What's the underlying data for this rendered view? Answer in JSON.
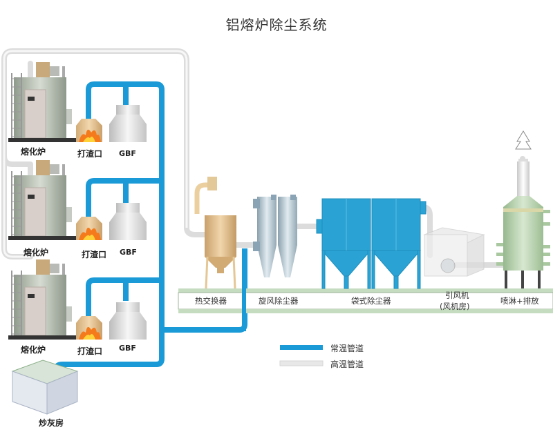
{
  "title": "铝熔炉除尘系统",
  "furnace_units": [
    {
      "furnace_label": "熔化炉",
      "slag_label": "打渣口",
      "gbf_label": "GBF"
    },
    {
      "furnace_label": "熔化炉",
      "slag_label": "打渣口",
      "gbf_label": "GBF"
    },
    {
      "furnace_label": "熔化炉",
      "slag_label": "打渣口",
      "gbf_label": "GBF"
    }
  ],
  "ash_room_label": "炒灰房",
  "process_stages": [
    {
      "label": "热交换器"
    },
    {
      "label": "旋风除尘器"
    },
    {
      "label": "袋式除尘器"
    },
    {
      "label": "引风机",
      "sub_label": "(风机房)"
    },
    {
      "label": "喷淋+排放"
    }
  ],
  "legend": [
    {
      "label": "常温管道",
      "color": "#1a9ad6"
    },
    {
      "label": "高温管道",
      "color": "#e6e6e6"
    }
  ],
  "colors": {
    "normal_pipe": "#1a9ad6",
    "hot_pipe": "#e8e8e8",
    "baghouse": "#2aa3d4",
    "scrubber": "#b7d3b0",
    "heat_exchanger": "#d9b98a",
    "platform": "#c5dcc0"
  }
}
